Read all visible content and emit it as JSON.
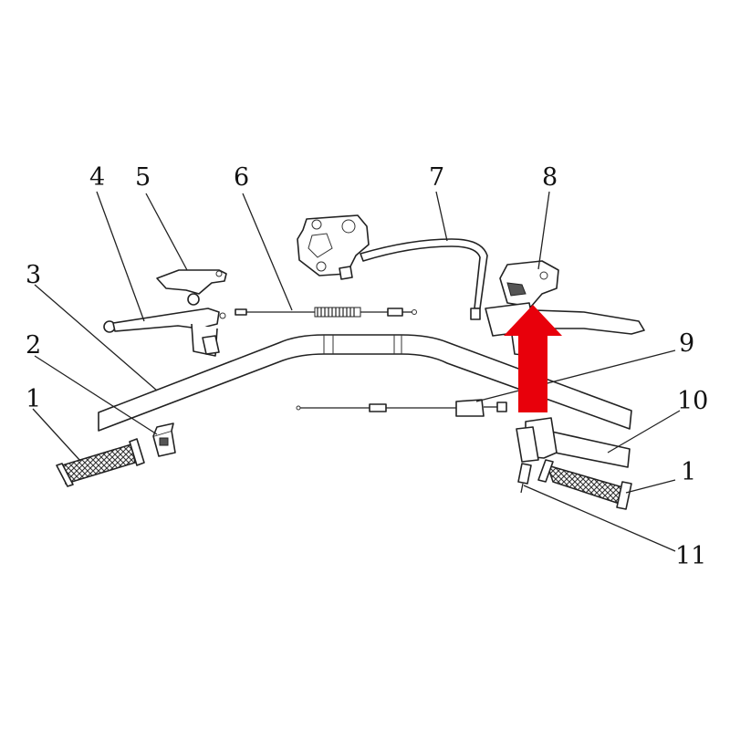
{
  "callouts": [
    "1",
    "2",
    "3",
    "4",
    "5",
    "6",
    "7",
    "8",
    "9",
    "10",
    "1",
    "11"
  ],
  "colors": {
    "arrow": "#e8000b",
    "line": "#222222",
    "background": "#ffffff"
  }
}
